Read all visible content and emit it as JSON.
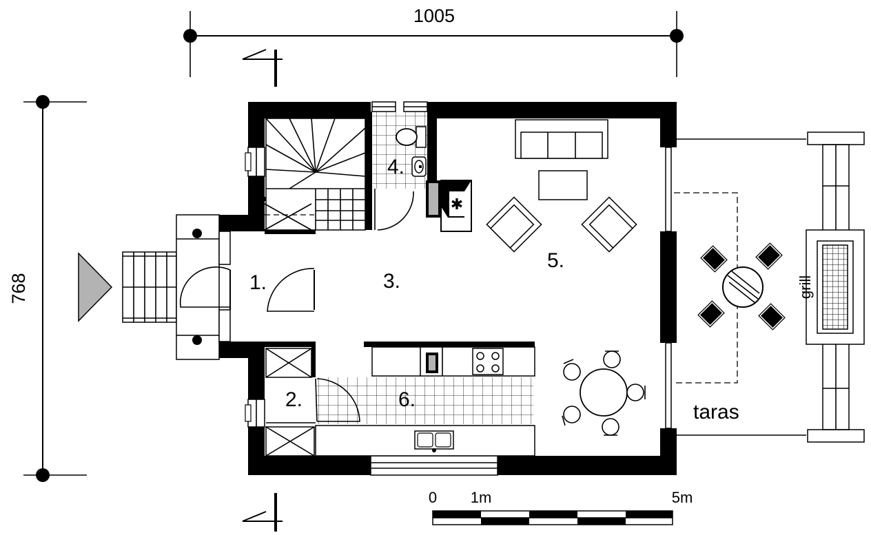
{
  "dimensions": {
    "width_label": "1005",
    "height_label": "768"
  },
  "rooms": [
    {
      "id": "entry",
      "label": "1."
    },
    {
      "id": "storage",
      "label": "2."
    },
    {
      "id": "hall",
      "label": "3."
    },
    {
      "id": "wc",
      "label": "4."
    },
    {
      "id": "living",
      "label": "5."
    },
    {
      "id": "kitchen",
      "label": "6."
    }
  ],
  "terrace": {
    "label": "taras",
    "grill_label": "grill"
  },
  "scale_bar": {
    "labels": [
      "0",
      "1m",
      "5m"
    ]
  }
}
